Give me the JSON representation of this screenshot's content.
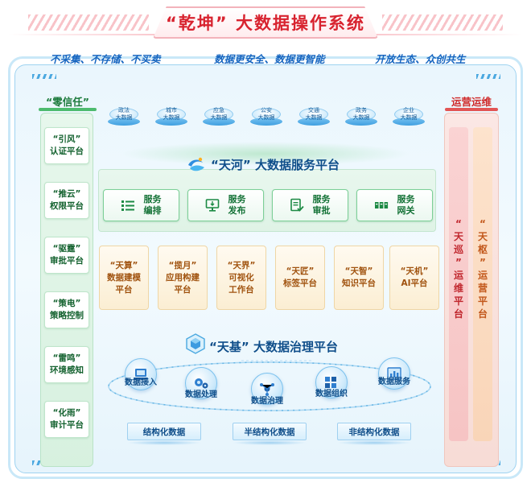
{
  "title": "“乾坤” 大数据操作系统",
  "slogans": [
    "不采集、不存储、不买卖",
    "数据更安全、数据更智能",
    "开放生态、众创共生"
  ],
  "left_column": {
    "label": "“零信任”",
    "cards": [
      {
        "line1": "“引风”",
        "line2": "认证平台"
      },
      {
        "line1": "“推云”",
        "line2": "权限平台"
      },
      {
        "line1": "“驱霆”",
        "line2": "审批平台"
      },
      {
        "line1": "“策电”",
        "line2": "策略控制"
      },
      {
        "line1": "“雷鸣”",
        "line2": "环境感知"
      },
      {
        "line1": "“化雨”",
        "line2": "审计平台"
      }
    ]
  },
  "right_column": {
    "label": "运营运维",
    "col1": {
      "quote": "“",
      "name1": "天",
      "name2": "巡",
      "quote2": "”",
      "rest": [
        "运",
        "维",
        "平",
        "台"
      ]
    },
    "col2": {
      "quote": "“",
      "name1": "天",
      "name2": "枢",
      "quote2": "”",
      "rest": [
        "运",
        "营",
        "平",
        "台"
      ]
    }
  },
  "data_sources": [
    {
      "line1": "政法",
      "line2": "大数据"
    },
    {
      "line1": "城市",
      "line2": "大数据"
    },
    {
      "line1": "应急",
      "line2": "大数据"
    },
    {
      "line1": "公安",
      "line2": "大数据"
    },
    {
      "line1": "交通",
      "line2": "大数据"
    },
    {
      "line1": "政务",
      "line2": "大数据"
    },
    {
      "line1": "企业",
      "line2": "大数据"
    }
  ],
  "tianhe": {
    "title": "“天河” 大数据服务平台",
    "services": [
      {
        "line1": "服务",
        "line2": "编排",
        "icon": "list-icon"
      },
      {
        "line1": "服务",
        "line2": "发布",
        "icon": "monitor-icon"
      },
      {
        "line1": "服务",
        "line2": "审批",
        "icon": "document-check-icon"
      },
      {
        "line1": "服务",
        "line2": "网关",
        "icon": "gateway-icon"
      }
    ]
  },
  "platforms": [
    {
      "lines": [
        "“天算”",
        "数据建模",
        "平台"
      ]
    },
    {
      "lines": [
        "“揽月”",
        "应用构建",
        "平台"
      ]
    },
    {
      "lines": [
        "“天界”",
        "可视化",
        "工作台"
      ]
    },
    {
      "lines": [
        "“天匠”",
        "标签平台"
      ]
    },
    {
      "lines": [
        "“天智”",
        "知识平台"
      ]
    },
    {
      "lines": [
        "“天机”",
        "AI平台"
      ]
    }
  ],
  "tianji": {
    "title": "“天基” 大数据治理平台",
    "nodes": [
      {
        "label": "数据接入",
        "icon": "laptop-icon"
      },
      {
        "label": "数据处理",
        "icon": "gears-icon"
      },
      {
        "label": "数据治理",
        "icon": "network-icon"
      },
      {
        "label": "数据组织",
        "icon": "cube-icon"
      },
      {
        "label": "数据服务",
        "icon": "bar-chart-icon"
      }
    ]
  },
  "data_types": [
    "结构化数据",
    "半结构化数据",
    "非结构化数据"
  ],
  "colors": {
    "title_red": "#d8232f",
    "blue_text": "#0f4e8a",
    "green": "#137236",
    "orange": "#a0520e"
  }
}
